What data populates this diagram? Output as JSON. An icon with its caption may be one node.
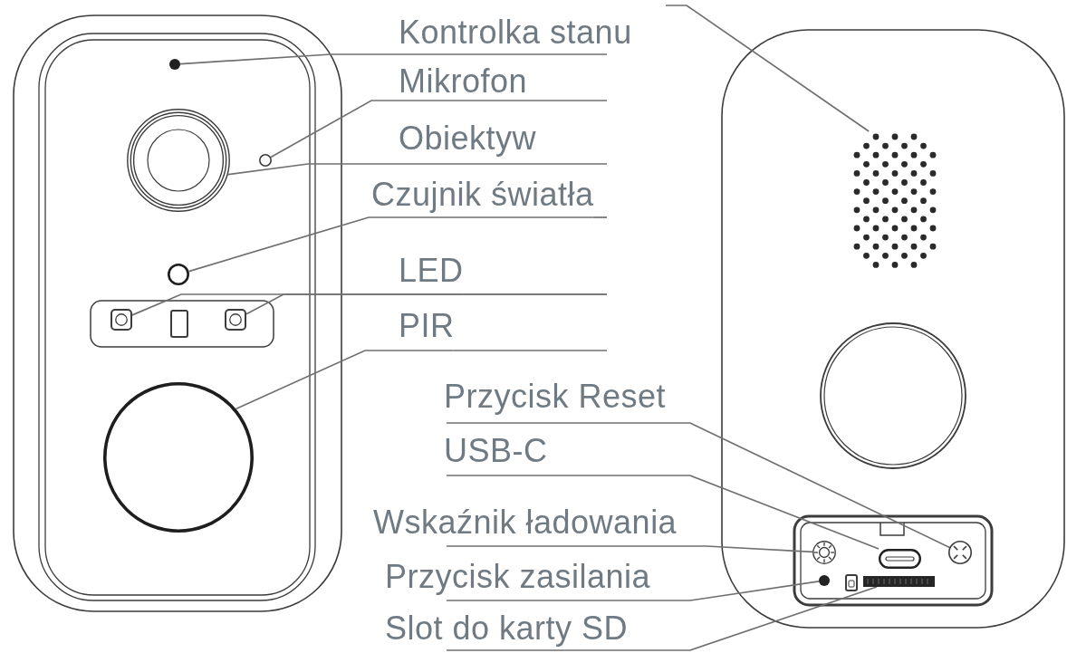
{
  "diagram": {
    "nodes": [
      {
        "text": [
          "Kontrolka stanu"
        ]
      },
      {
        "text": [
          "Mikrofon"
        ]
      },
      {
        "text": [
          "Obiektyw"
        ]
      },
      {
        "text": [
          "Czujnik światła"
        ]
      },
      {
        "text": [
          "LED"
        ]
      },
      {
        "text": [
          "PIR"
        ]
      },
      {
        "text": [
          "Przycisk Reset"
        ]
      },
      {
        "text": [
          "USB-C"
        ]
      },
      {
        "text": [
          "Wskaźnik ładowania"
        ]
      },
      {
        "text": [
          "Przycisk zasilania"
        ]
      },
      {
        "text": [
          "Slot do karty SD"
        ]
      },
      {
        "text": [],
        "shape": "circle"
      },
      {
        "text": [],
        "shape": "circle"
      },
      {
        "text": [],
        "shape": "circle"
      },
      {
        "text": [],
        "shape": "circle"
      },
      {
        "text": [],
        "shape": "box"
      },
      {
        "text": [],
        "shape": "box"
      },
      {
        "text": [],
        "shape": "circle"
      },
      {
        "text": [],
        "shape": "picture"
      },
      {
        "text": [],
        "shape": "circle"
      },
      {
        "text": [],
        "shape": "box"
      },
      {
        "text": [],
        "shape": "circle"
      },
      {
        "text": [],
        "shape": "circle"
      },
      {
        "text": [],
        "shape": "bar"
      }
    ],
    "edges": [
      {
        "from": 0,
        "to": 11,
        "arrow": "none"
      },
      {
        "from": 1,
        "to": 13,
        "arrow": "none"
      },
      {
        "from": 2,
        "to": 12,
        "arrow": "none"
      },
      {
        "from": 3,
        "to": 14,
        "arrow": "none"
      },
      {
        "from": 4,
        "to": 15,
        "arrow": "none"
      },
      {
        "from": 4,
        "to": 16,
        "arrow": "none"
      },
      {
        "from": 5,
        "to": 17,
        "arrow": "none"
      },
      {
        "from": null,
        "to": 18,
        "arrow": "none"
      },
      {
        "from": 6,
        "to": 21,
        "arrow": "none"
      },
      {
        "from": 7,
        "to": 20,
        "arrow": "none"
      },
      {
        "from": 8,
        "to": 19,
        "arrow": "none"
      },
      {
        "from": 9,
        "to": 22,
        "arrow": "none"
      },
      {
        "from": 10,
        "to": 23,
        "arrow": "none"
      }
    ]
  }
}
